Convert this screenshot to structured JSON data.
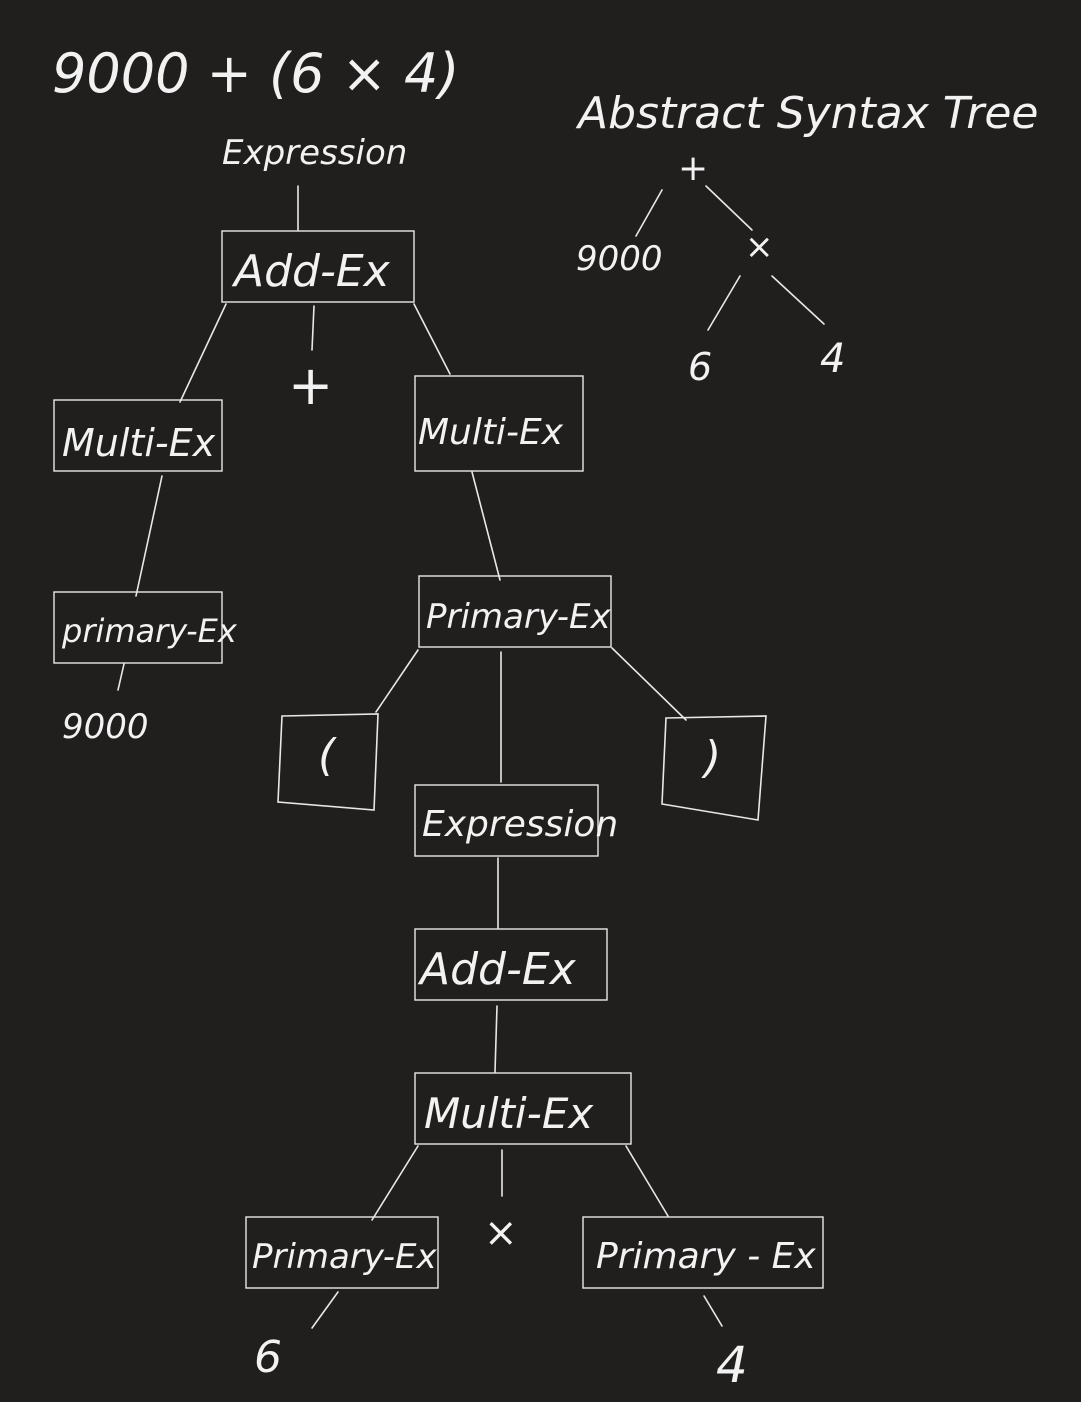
{
  "colors": {
    "background": "#211f1e",
    "ink": "#f2f2f2"
  },
  "header": {
    "source_expression": "9000 + (6 × 4)",
    "ast_title": "Abstract Syntax Tree"
  },
  "parse_tree": {
    "root_label": "Expression",
    "add_ex_top": "Add-Ex",
    "multi_ex_left": "Multi-Ex",
    "plus_token": "+",
    "multi_ex_right": "Multi-Ex",
    "primary_ex_left": "primary-Ex",
    "literal_9000": "9000",
    "primary_ex_paren": "Primary-Ex",
    "lparen": "(",
    "rparen": ")",
    "inner_expression": "Expression",
    "inner_add_ex": "Add-Ex",
    "inner_multi_ex": "Multi-Ex",
    "times_token": "×",
    "primary_ex_six": "Primary-Ex",
    "primary_ex_four": "Primary - Ex",
    "literal_6": "6",
    "literal_4": "4"
  },
  "ast": {
    "root": "+",
    "left_leaf": "9000",
    "mul": "×",
    "mul_left": "6",
    "mul_right": "4"
  }
}
